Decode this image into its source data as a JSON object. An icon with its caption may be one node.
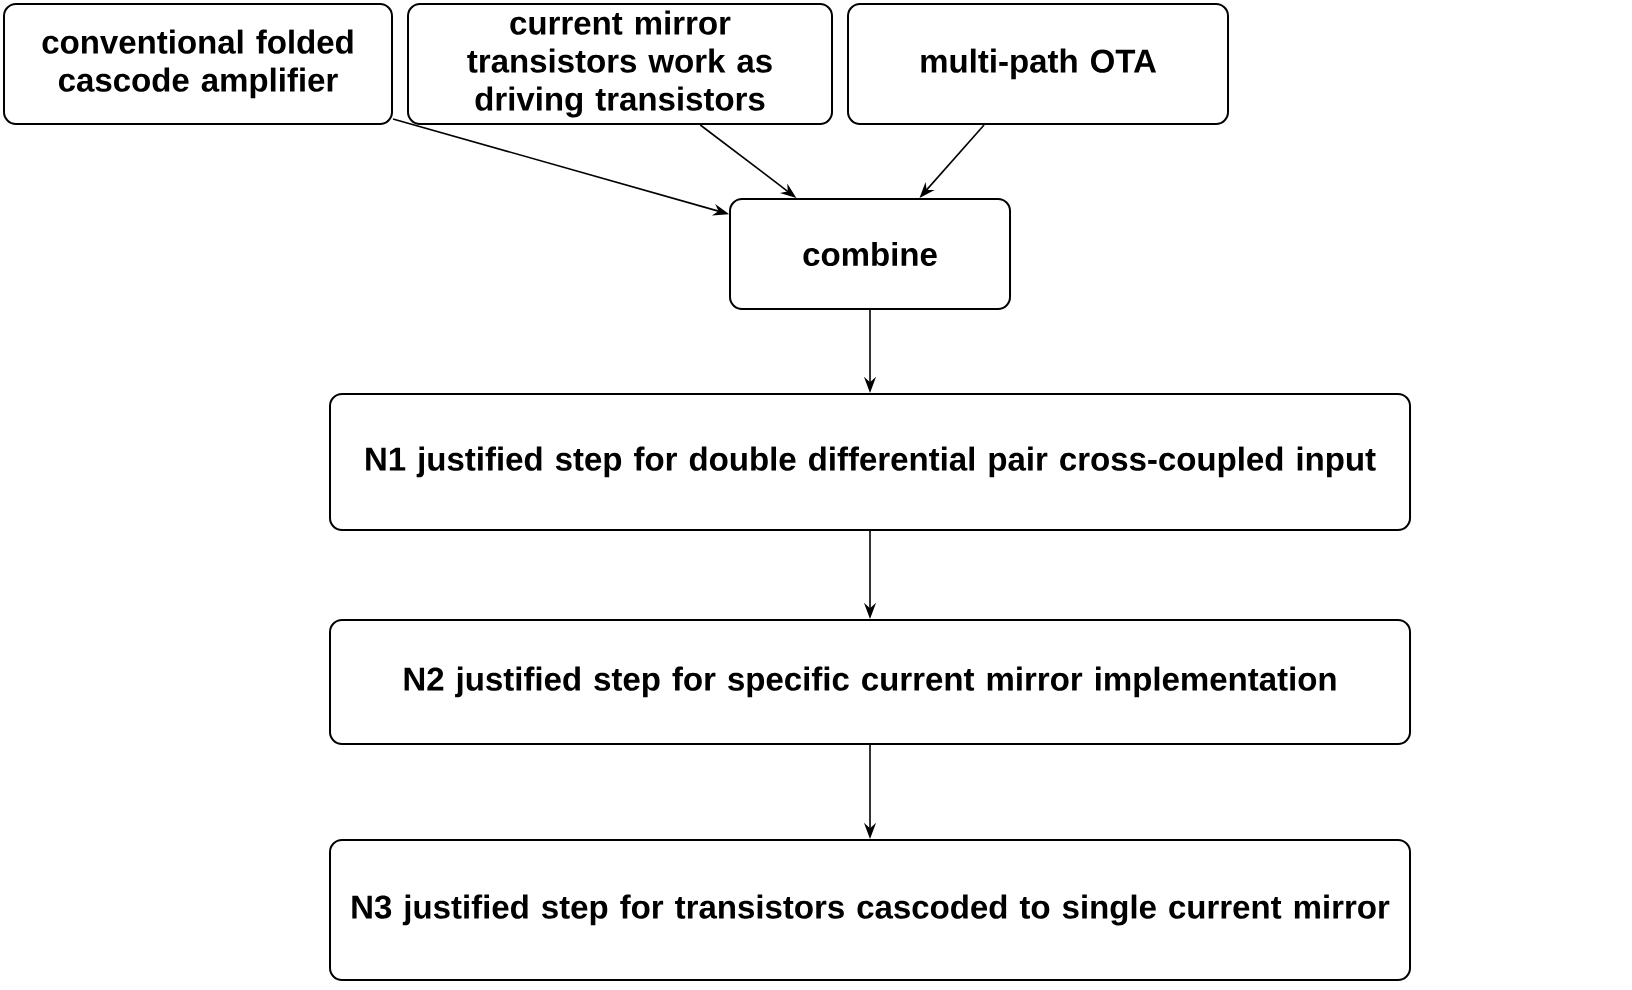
{
  "diagram": {
    "nodes": [
      {
        "text": [
          "conventional folded cascode amplifier"
        ]
      },
      {
        "text": [
          "current mirror transistors work as driving transistors"
        ]
      },
      {
        "text": [
          "multi-path OTA"
        ]
      },
      {
        "text": [
          "combine"
        ]
      },
      {
        "text": [
          "N1 justified step for double differential pair cross-coupled input"
        ]
      },
      {
        "text": [
          "N2 justified step for specific current mirror implementation"
        ]
      },
      {
        "text": [
          "N3 justified step for transistors cascoded to single current mirror"
        ]
      }
    ],
    "edges": [
      {
        "from": 0,
        "to": 3,
        "arrow": "to"
      },
      {
        "from": 1,
        "to": 3,
        "arrow": "to"
      },
      {
        "from": 2,
        "to": 3,
        "arrow": "to"
      },
      {
        "from": 3,
        "to": 4,
        "arrow": "to"
      },
      {
        "from": 4,
        "to": 5,
        "arrow": "to"
      },
      {
        "from": 5,
        "to": 6,
        "arrow": "to"
      }
    ]
  }
}
